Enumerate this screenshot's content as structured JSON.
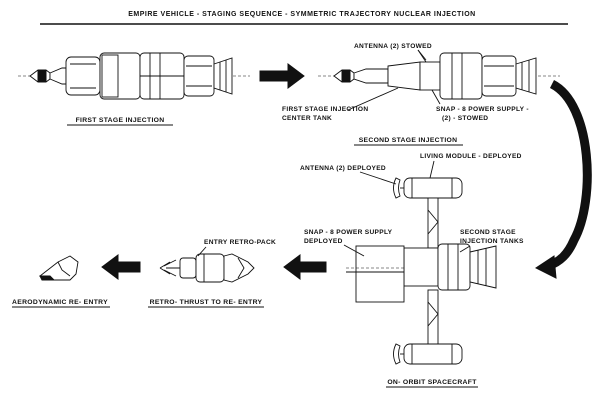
{
  "title": "EMPIRE VEHICLE - STAGING SEQUENCE - SYMMETRIC TRAJECTORY NUCLEAR INJECTION",
  "stages": {
    "first_stage": {
      "caption": "FIRST STAGE INJECTION"
    },
    "second_stage": {
      "caption": "SECOND STAGE INJECTION",
      "antenna_label": "ANTENNA (2) STOWED",
      "center_tank_label_1": "FIRST STAGE INJECTION",
      "center_tank_label_2": "CENTER TANK",
      "snap_label_1": "SNAP - 8 POWER SUPPLY -",
      "snap_label_2": "(2) - STOWED"
    },
    "orbit": {
      "caption": "ON- ORBIT SPACECRAFT",
      "antenna_label": "ANTENNA (2)  DEPLOYED",
      "living_module_label": "LIVING MODULE - DEPLOYED",
      "snap_label_1": "SNAP - 8 POWER SUPPLY",
      "snap_label_2": "DEPLOYED",
      "tanks_label_1": "SECOND STAGE",
      "tanks_label_2": "INJECTION TANKS"
    },
    "retro": {
      "caption": "RETRO- THRUST TO RE- ENTRY",
      "pack_label": "ENTRY RETRO-PACK"
    },
    "reentry": {
      "caption": "AERODYNAMIC RE- ENTRY"
    }
  },
  "icons": [
    "rocket-vehicle",
    "flow-arrow",
    "curved-flow-arrow",
    "antenna-dish",
    "capsule"
  ]
}
